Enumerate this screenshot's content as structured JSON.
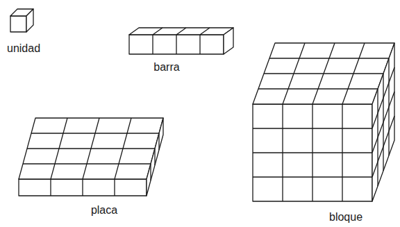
{
  "diagram": {
    "labels": [
      "unidad",
      "barra",
      "placa",
      "bloque"
    ]
  }
}
